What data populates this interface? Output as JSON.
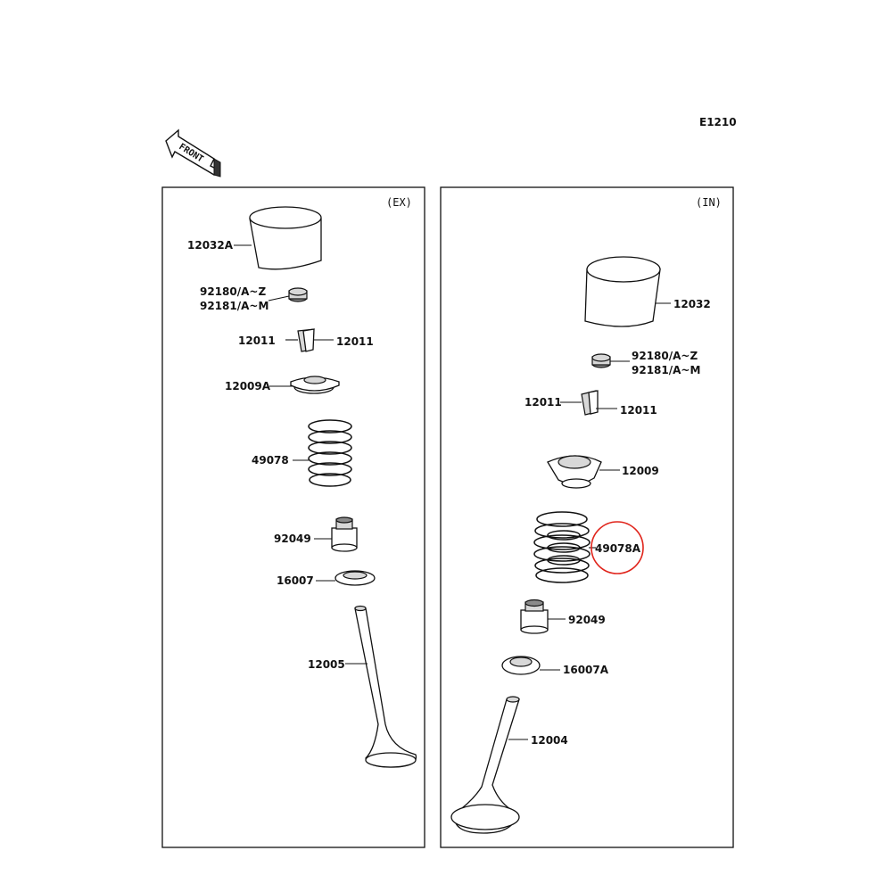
{
  "diagram_code": "E1210",
  "front_label": "FRONT",
  "panels": {
    "ex": {
      "tag": "(EX)",
      "labels": {
        "tappet": "12032A",
        "shim_1": "92180/A~Z",
        "shim_2": "92181/A~M",
        "keeper_left": "12011",
        "keeper_right": "12011",
        "retainer": "12009A",
        "spring": "49078",
        "seal": "92049",
        "seat": "16007",
        "valve": "12005"
      }
    },
    "in": {
      "tag": "(IN)",
      "labels": {
        "tappet": "12032",
        "shim_1": "92180/A~Z",
        "shim_2": "92181/A~M",
        "keeper_left": "12011",
        "keeper_right": "12011",
        "retainer": "12009",
        "spring": "49078A",
        "seal": "92049",
        "seat": "16007A",
        "valve": "12004"
      }
    }
  },
  "highlight": {
    "target": "49078A",
    "color": "#e0241b"
  }
}
